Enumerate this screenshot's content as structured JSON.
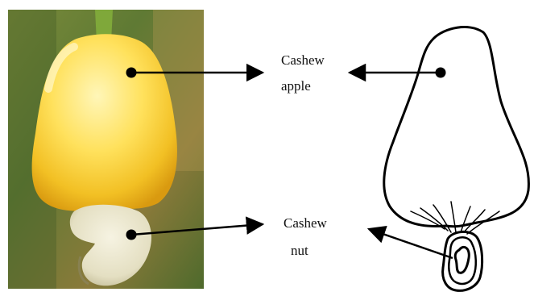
{
  "figure": {
    "labels": {
      "apple": {
        "line1": "Cashew",
        "line2": "apple"
      },
      "nut": {
        "line1": "Cashew",
        "line2": "nut"
      }
    }
  }
}
